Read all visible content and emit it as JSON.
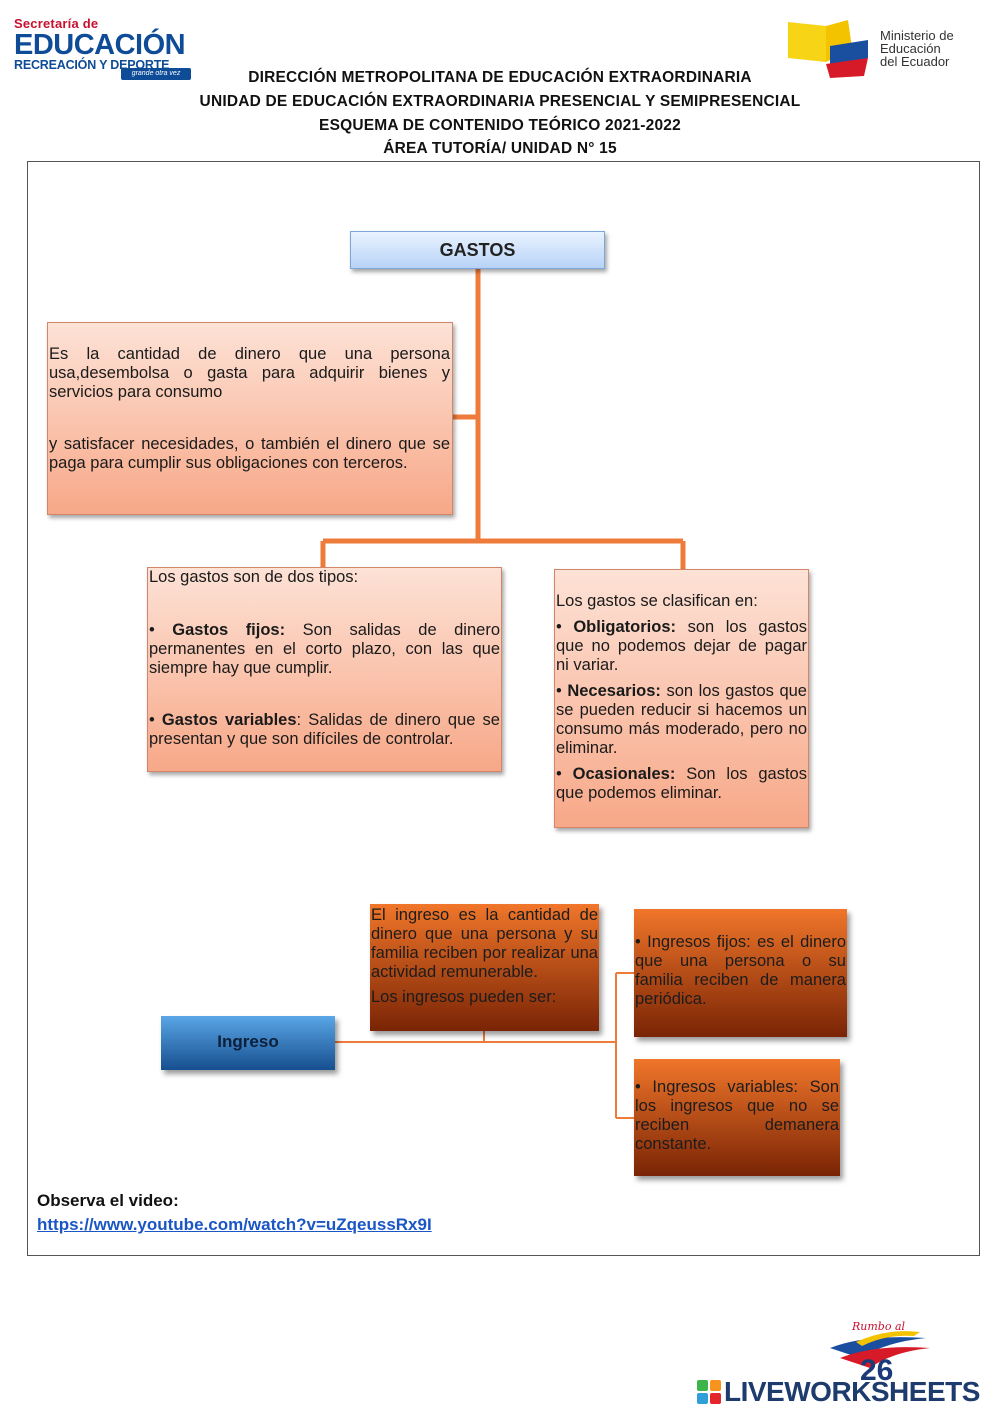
{
  "logos": {
    "left": {
      "line1": "Secretaría de",
      "line2": "EDUCACIÓN",
      "line3": "RECREACIÓN Y DEPORTE",
      "signature": "grande otra vez"
    },
    "right": {
      "line1": "Ministerio de",
      "line2": "Educación",
      "line3": "del Ecuador"
    },
    "bottom": {
      "rumbo_text": "Rumbo al",
      "rumbo_number": "26",
      "liveworksheets": "LIVEWORKSHEETS"
    }
  },
  "header": {
    "line1": "DIRECCIÓN METROPOLITANA DE EDUCACIÓN EXTRAORDINARIA",
    "line2": "UNIDAD DE EDUCACIÓN EXTRAORDINARIA PRESENCIAL Y SEMIPRESENCIAL",
    "line3": "ESQUEMA DE CONTENIDO TEÓRICO 2021-2022",
    "line4": "ÁREA TUTORÍA/ UNIDAD N° 15"
  },
  "gastos": {
    "title": "GASTOS",
    "definition_p1": "Es la cantidad de dinero que una persona usa,desembolsa o gasta para adquirir bienes y servicios para consumo",
    "definition_p2": "y satisfacer necesidades, o también el dinero que se paga para cumplir sus obligaciones con terceros.",
    "tipos": {
      "intro": "Los gastos son de dos tipos:",
      "fijos_label": "Gastos fijos:",
      "fijos_text": " Son salidas de dinero permanentes en el corto plazo, con las que siempre hay que cumplir.",
      "variables_label": "Gastos variables",
      "variables_text": ": Salidas de dinero que se presentan y que son difíciles de controlar."
    },
    "clasificacion": {
      "intro": "Los gastos se clasifican en:",
      "obligatorios_label": "Obligatorios:",
      "obligatorios_text": " son los gastos que no podemos dejar de pagar ni variar.",
      "necesarios_label": "Necesarios:",
      "necesarios_text": " son los gastos que se pueden reducir si hacemos un consumo más moderado, pero no eliminar.",
      "ocasionales_label": "Ocasionales:",
      "ocasionales_text": " Son los gastos que podemos eliminar."
    }
  },
  "ingreso": {
    "title": "Ingreso",
    "definition_p1": "El ingreso es la cantidad de dinero que una persona y su familia reciben por realizar una actividad remunerable.",
    "definition_p2": "Los ingresos pueden ser:",
    "fijos": "• Ingresos fijos: es el dinero que una persona o su familia reciben de manera periódica.",
    "variables": "• Ingresos variables: Son los ingresos que no se reciben demanera constante."
  },
  "video": {
    "label": "Observa el video:",
    "url": "https://www.youtube.com/watch?v=uZqeussRx9I"
  },
  "colors": {
    "connector": "#ee7b3a",
    "peach_top": "#fde2d6",
    "peach_bottom": "#f7a888",
    "dark_orange_top": "#f0762a",
    "dark_orange_bottom": "#7a2405",
    "blue_box_top": "#5aa6e6",
    "blue_box_bottom": "#164f8f",
    "link": "#1a56c4"
  }
}
